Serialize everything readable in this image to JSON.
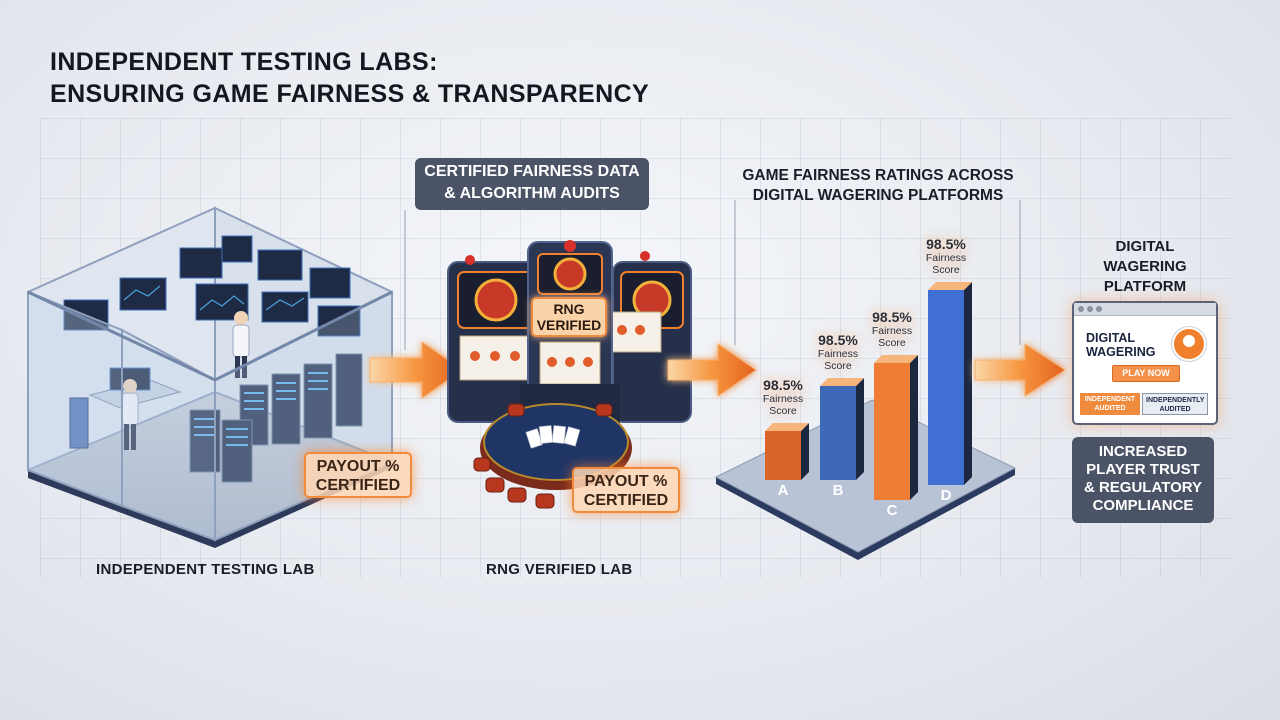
{
  "title": {
    "line1": "INDEPENDENT TESTING LABS:",
    "line2": "ENSURING GAME FAIRNESS & TRANSPARENCY"
  },
  "lab": {
    "caption": "INDEPENDENT TESTING LAB",
    "badge_line1": "PAYOUT %",
    "badge_line2": "CERTIFIED"
  },
  "audit_label": {
    "line1": "CERTIFIED FAIRNESS DATA",
    "line2": "& ALGORITHM AUDITS"
  },
  "rng_lab": {
    "caption": "RNG VERIFIED LAB",
    "screen_line1": "RNG",
    "screen_line2": "VERIFIED",
    "badge_line1": "PAYOUT %",
    "badge_line2": "CERTIFIED"
  },
  "chart_data": {
    "type": "bar",
    "title_line1": "GAME FAIRNESS RATINGS ACROSS",
    "title_line2": "DIGITAL WAGERING PLATFORMS",
    "categories": [
      "A",
      "B",
      "C",
      "D"
    ],
    "values": [
      98.5,
      98.5,
      98.5,
      98.5
    ],
    "bar_heights_rel": [
      0.25,
      0.48,
      0.7,
      1.0
    ],
    "value_label": "98.5%",
    "value_sublabel": "Fairness Score",
    "bar_colors": [
      "#d9652a",
      "#3d69b8",
      "#ef7d34",
      "#3f6fd2"
    ]
  },
  "platform": {
    "title_line1": "DIGITAL",
    "title_line2": "WAGERING",
    "title_line3": "PLATFORM",
    "brand_line1": "DIGITAL",
    "brand_line2": "WAGERING",
    "play_label": "PLAY NOW",
    "audit1_line1": "INDEPENDENT",
    "audit1_line2": "AUDITED",
    "audit2_line1": "INDEPENDENTLY",
    "audit2_line2": "AUDITED"
  },
  "trust": {
    "line1": "INCREASED",
    "line2": "PLAYER TRUST",
    "line3": "& REGULATORY",
    "line4": "COMPLIANCE"
  },
  "colors": {
    "accent_orange": "#f08a3c",
    "label_dark": "#4b5366",
    "server_blue": "#3a4b6e"
  }
}
